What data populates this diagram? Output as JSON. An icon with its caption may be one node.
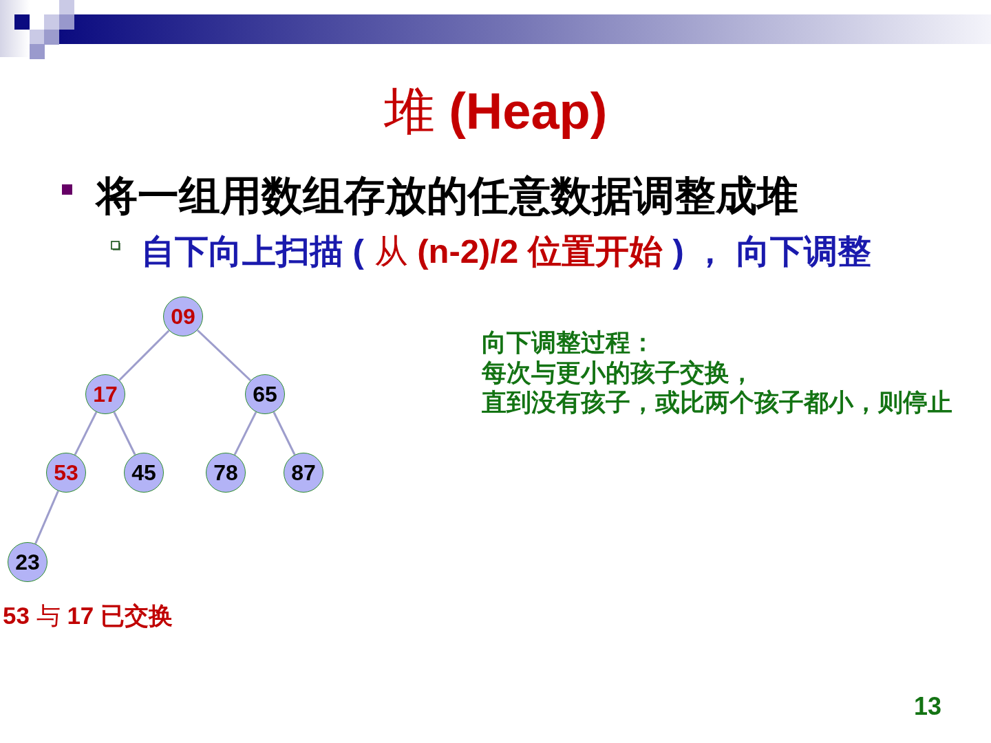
{
  "diagram": {
    "title": "堆 **(Heap)**",
    "nodes": [
      {
        "text": [
          "09"
        ]
      },
      {
        "text": [
          "17"
        ]
      },
      {
        "text": [
          "65"
        ]
      },
      {
        "text": [
          "53"
        ]
      },
      {
        "text": [
          "45"
        ]
      },
      {
        "text": [
          "78"
        ]
      },
      {
        "text": [
          "87"
        ]
      },
      {
        "text": [
          "23"
        ]
      }
    ],
    "edges": [
      {
        "from": 0,
        "to": 1,
        "arrow": "none"
      },
      {
        "from": 0,
        "to": 2,
        "arrow": "none"
      },
      {
        "from": 1,
        "to": 3,
        "arrow": "none"
      },
      {
        "from": 1,
        "to": 4,
        "arrow": "none"
      },
      {
        "from": 2,
        "to": 5,
        "arrow": "none"
      },
      {
        "from": 2,
        "to": 6,
        "arrow": "none"
      },
      {
        "from": 3,
        "to": 7,
        "arrow": "none"
      }
    ],
    "labels": [
      "将一组用数组存放的任意数据调整成堆",
      "自下向上扫描 (",
      "从 **(n-2)/2 位置开始**",
      ") ， 向下调整",
      "向下调整过程：",
      "每次与更小的孩子交换，",
      "直到没有孩子，或比两个孩子都小，则停止",
      "**53** 与 **17 已交换**",
      "13"
    ]
  }
}
